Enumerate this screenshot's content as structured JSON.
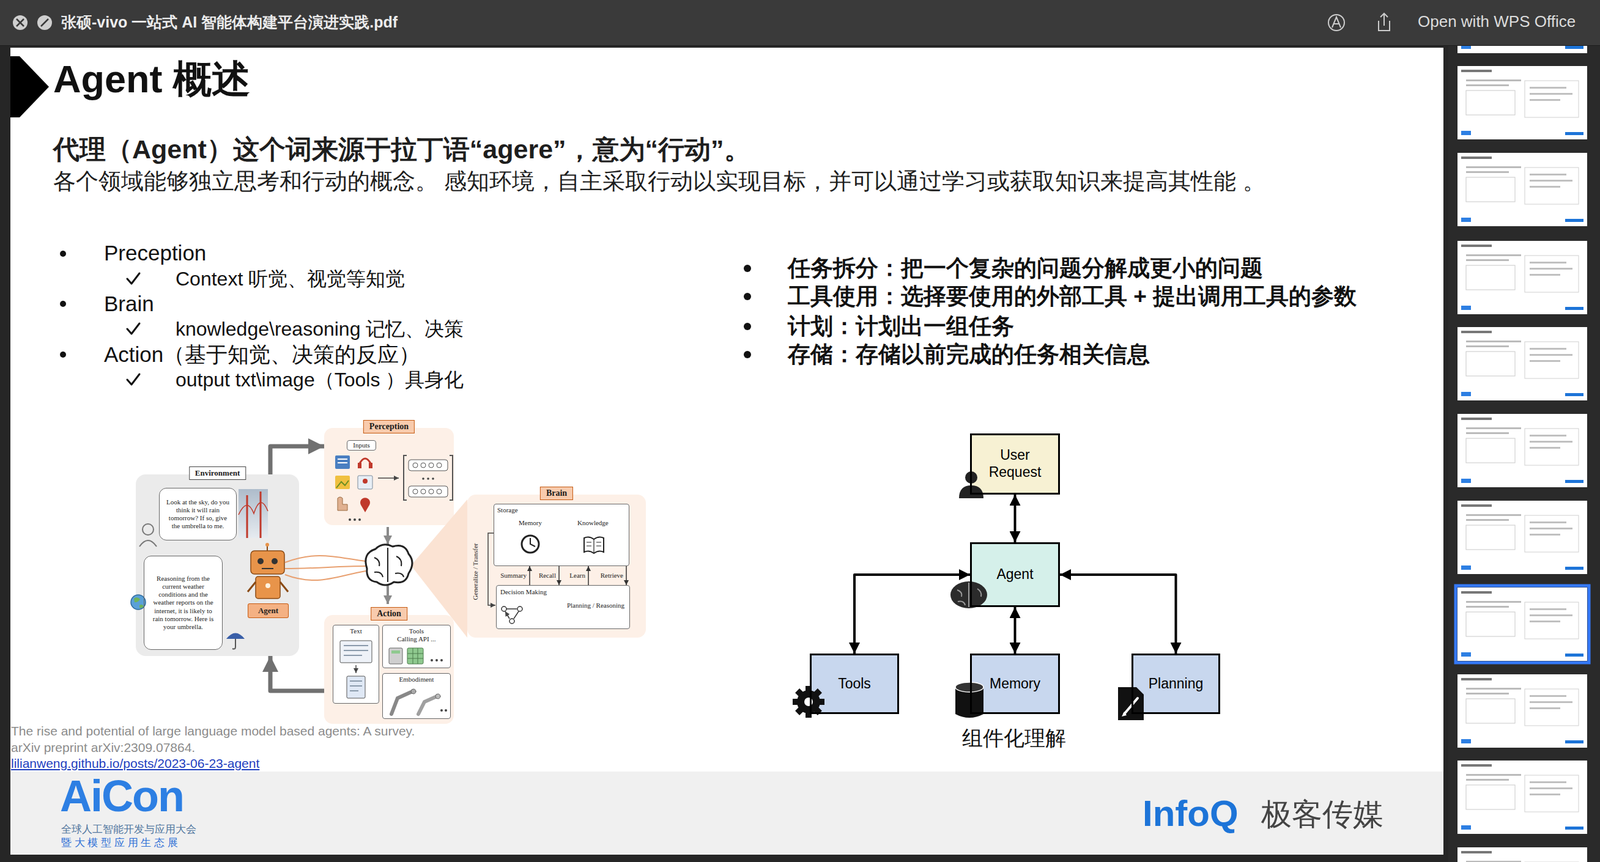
{
  "diagram": {
    "title": "Agent 概述",
    "nodes": [
      {
        "text": [
          "Environment"
        ]
      },
      {
        "text": [
          "Look at the sky, do you think it will rain tomorrow? If so, give the umbrella to me."
        ],
        "in": 0
      },
      {
        "text": [
          "Reasoning from the current weather conditions and the weather reports on the internet, it is likely to rain tomorrow. Here is your umbrella."
        ],
        "in": 0
      },
      {
        "text": [
          "Agent"
        ],
        "in": 0
      },
      {
        "text": [
          "Perception"
        ]
      },
      {
        "text": [
          "Inputs"
        ],
        "in": 4
      },
      {
        "text": [
          "Brain"
        ]
      },
      {
        "text": [
          "Storage",
          "Memory",
          "Knowledge"
        ],
        "in": 6
      },
      {
        "text": [
          "Decision Making",
          "Planning / Reasoning"
        ],
        "in": 6
      },
      {
        "text": [
          "Action"
        ]
      },
      {
        "text": [
          "Text"
        ],
        "in": 9
      },
      {
        "text": [
          "Tools",
          "Calling API ..."
        ],
        "in": 9
      },
      {
        "text": [
          "Embodiment"
        ],
        "in": 9
      },
      {
        "text": [
          "User Request"
        ]
      },
      {
        "text": [
          "Agent"
        ]
      },
      {
        "text": [
          "Tools"
        ]
      },
      {
        "text": [
          "Memory"
        ]
      },
      {
        "text": [
          "Planning"
        ]
      }
    ],
    "edges": [
      {
        "from": 0,
        "to": 4,
        "arrow": "to"
      },
      {
        "from": 9,
        "to": 0,
        "arrow": "to"
      },
      {
        "from": 8,
        "to": 7,
        "label": "Summary",
        "arrow": "to"
      },
      {
        "from": 7,
        "to": 8,
        "label": "Recall",
        "arrow": "to"
      },
      {
        "from": 8,
        "to": 7,
        "label": "Learn",
        "arrow": "to"
      },
      {
        "from": 7,
        "to": 8,
        "label": "Retrieve",
        "arrow": "to"
      },
      {
        "from": 13,
        "to": 14,
        "arrow": "both"
      },
      {
        "from": 14,
        "to": 15,
        "arrow": "both"
      },
      {
        "from": 14,
        "to": 16,
        "arrow": "both"
      },
      {
        "from": 14,
        "to": 17,
        "arrow": "both"
      }
    ],
    "labels": [
      "代理（Agent）这个词来源于拉丁语“agere”，意为“行动”。",
      "各个领域能够独立思考和行动的概念。 感知环境，自主采取行动以实现目标，并可以通过学习或获取知识来提高其性能 。",
      "Preception",
      "Context 听觉、视觉等知觉",
      "Brain",
      "knowledge\\reasoning 记忆、决策",
      "Action（基于知觉、决策的反应）",
      "output txt\\image（Tools ）具身化",
      "任务拆分：把一个复杂的问题分解成更小的问题",
      "工具使用：选择要使用的外部工具 + 提出调用工具的参数",
      "计划：计划出一组任务",
      "存储：存储以前完成的任务相关信息",
      "Generalize / Transfer",
      "组件化理解",
      "The rise and potential of large language model based agents: A survey. arXiv preprint arXiv:2309.07864.",
      "lilianweng.github.io/posts/2023-06-23-agent",
      "AiCon",
      "全球人工智能开发与应用大会",
      "暨 大 模 型 应 用 生 态 展",
      "InfoQ",
      "极客传媒",
      "张硕-vivo 一站式 AI 智能体构建平台演进实践.pdf",
      "Open with WPS Office"
    ]
  }
}
